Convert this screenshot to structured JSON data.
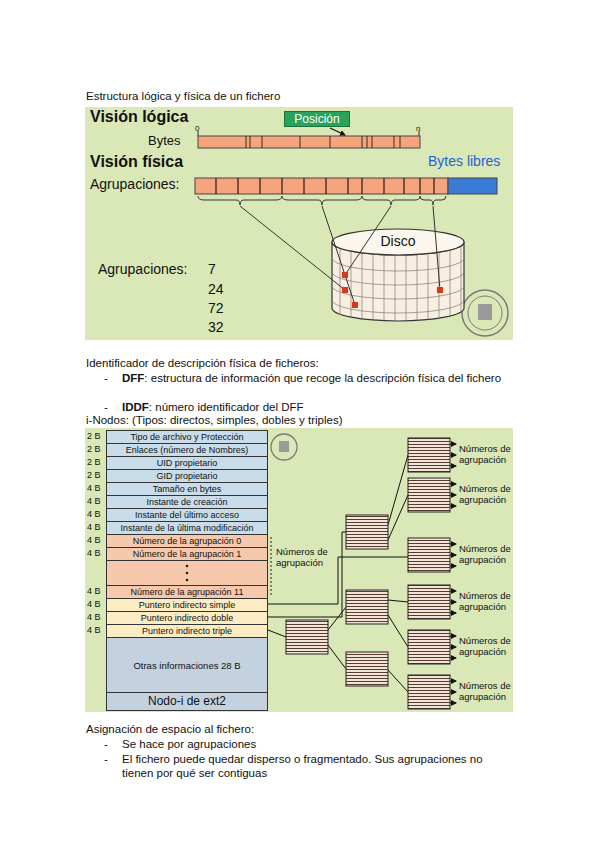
{
  "diagram": {
    "nodes": [
      {
        "text": [
          "Posición"
        ]
      },
      {
        "text": [
          "Disco"
        ]
      },
      {
        "text": [
          "Nodo-i de ext2"
        ]
      },
      {
        "text": [
          "Tipo de archivo y Protección"
        ],
        "in": 2
      },
      {
        "text": [
          "Enlaces (número de Nombres)"
        ],
        "in": 2
      },
      {
        "text": [
          "UID propietario"
        ],
        "in": 2
      },
      {
        "text": [
          "GID propietario"
        ],
        "in": 2
      },
      {
        "text": [
          "Tamaño en bytes"
        ],
        "in": 2
      },
      {
        "text": [
          "Instante de creación"
        ],
        "in": 2
      },
      {
        "text": [
          "Instante del último acceso"
        ],
        "in": 2
      },
      {
        "text": [
          "Instante de la última modificación"
        ],
        "in": 2
      },
      {
        "text": [
          "Número de la agrupación 0"
        ],
        "in": 2
      },
      {
        "text": [
          "Número de la agrupación 1"
        ],
        "in": 2
      },
      {
        "text": [
          "Número de la agrupación 11"
        ],
        "in": 2
      },
      {
        "text": [
          "Puntero indirecto simple"
        ],
        "in": 2
      },
      {
        "text": [
          "Puntero indirecto doble"
        ],
        "in": 2
      },
      {
        "text": [
          "Puntero indirecto triple"
        ],
        "in": 2
      },
      {
        "text": [
          "Otras informaciones 28 B"
        ],
        "in": 2
      }
    ],
    "labels": [
      "Estructura lógica y física de un fichero",
      "Visión lógica",
      "0",
      "n",
      "Bytes",
      "Visión física",
      "Bytes libres",
      "Agrupaciones:",
      "Agrupaciones:",
      "7",
      "24",
      "72",
      "32",
      "Identificador de descripción física de ficheros:",
      "-",
      "DFF",
      ": estructura de información que recoge la descripción física del fichero",
      "-",
      "IDDF",
      ": número identificador del DFF",
      "i-Nodos: (Tipos: directos, simples, dobles y triples)",
      "2 B",
      "2 B",
      "2 B",
      "2 B",
      "4 B",
      "4 B",
      "4 B",
      "4 B",
      "4 B",
      "4 B",
      "4 B",
      "4 B",
      "4 B",
      "4 B",
      "Números de agrupación",
      "Números de agrupación",
      "Números de agrupación",
      "Números de agrupación",
      "Números de agrupación",
      "Números de agrupación",
      "Números de agrupación",
      "Asignación de espacio al fichero:",
      "-",
      "Se hace por agrupaciones",
      "-",
      "El fichero puede quedar disperso o fragmentado. Sus agrupaciones no tienen por qué ser contiguas"
    ]
  }
}
